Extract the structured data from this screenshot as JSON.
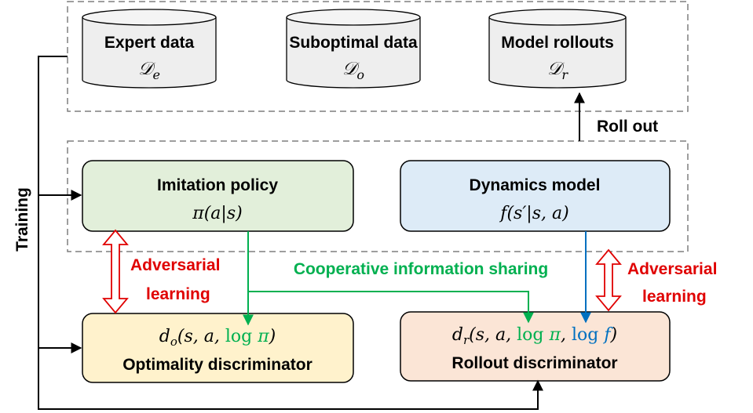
{
  "databases": {
    "expert": {
      "title": "Expert data",
      "symbol": "𝒟",
      "sub": "e"
    },
    "suboptimal": {
      "title": "Suboptimal data",
      "symbol": "𝒟",
      "sub": "o"
    },
    "rollouts": {
      "title": "Model rollouts",
      "symbol": "𝒟",
      "sub": "r"
    }
  },
  "labels": {
    "roll_out": "Roll out",
    "training": "Training",
    "coop": "Cooperative information sharing",
    "adv_left_1": "Adversarial",
    "adv_left_2": "learning",
    "adv_right_1": "Adversarial",
    "adv_right_2": "learning"
  },
  "policy": {
    "title": "Imitation policy",
    "formula": "π(a|s)"
  },
  "dynamics": {
    "title": "Dynamics model",
    "formula": "f(s′|s, a)"
  },
  "opt_disc": {
    "title": "Optimality discriminator",
    "f_pre": "d",
    "f_sub": "o",
    "f_args": "(s, a, ",
    "f_log": "log",
    "f_pi": " π",
    "f_close": ")"
  },
  "roll_disc": {
    "title": "Rollout discriminator",
    "f_pre": "d",
    "f_sub": "r",
    "f_args": "(s, a, ",
    "f_log1": "log",
    "f_pi": " π",
    "f_comma": ", ",
    "f_log2": "log",
    "f_f": " f",
    "f_close": ")"
  },
  "colors": {
    "green": "#00B050",
    "blue": "#0070C0",
    "red": "#E00000",
    "policy_fill": "#E2EFDA",
    "dynamics_fill": "#DDEBF7",
    "opt_fill": "#FFF2CC",
    "roll_fill": "#FBE5D6"
  }
}
